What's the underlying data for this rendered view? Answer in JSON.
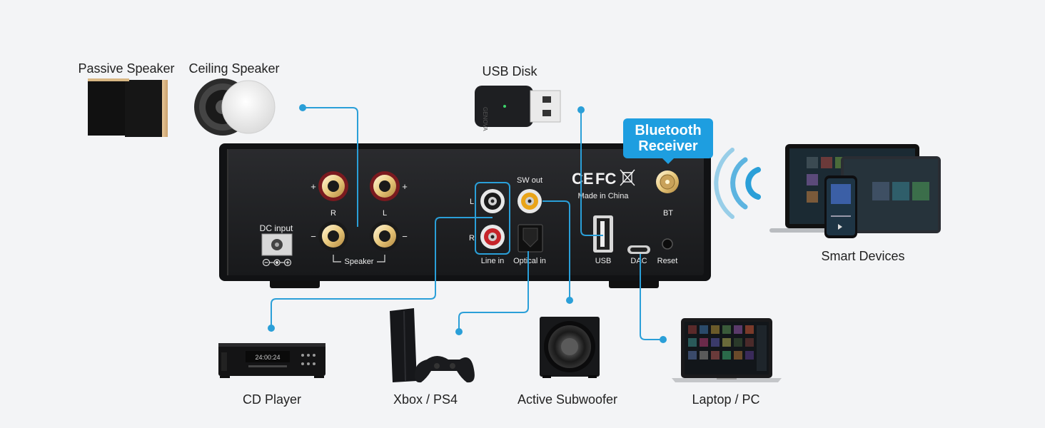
{
  "devices": {
    "passive_speaker": "Passive Speaker",
    "ceiling_speaker": "Ceiling Speaker",
    "usb_disk": "USB Disk",
    "smart_devices": "Smart Devices",
    "cd_player": "CD Player",
    "console": "Xbox / PS4",
    "subwoofer": "Active Subwoofer",
    "laptop": "Laptop / PC"
  },
  "bluetooth": {
    "line1": "Bluetooth",
    "line2": "Receiver"
  },
  "panel": {
    "dc_input": "DC input",
    "speaker": "Speaker",
    "r": "R",
    "l": "L",
    "plus": "+",
    "minus": "−",
    "line_l": "L",
    "line_r": "R",
    "line_in": "Line in",
    "sw_out": "SW out",
    "optical_in": "Optical in",
    "usb": "USB",
    "dac": "DAC",
    "reset": "Reset",
    "bt": "BT",
    "made_in": "Made in China",
    "ce": "CE",
    "fc": "FC",
    "cd_display": "24:00:24",
    "usb_brand": "GENOVA"
  },
  "colors": {
    "wire": "#2a9fd8",
    "panel": "#1c1d1f",
    "badge": "#1e9ee0"
  }
}
